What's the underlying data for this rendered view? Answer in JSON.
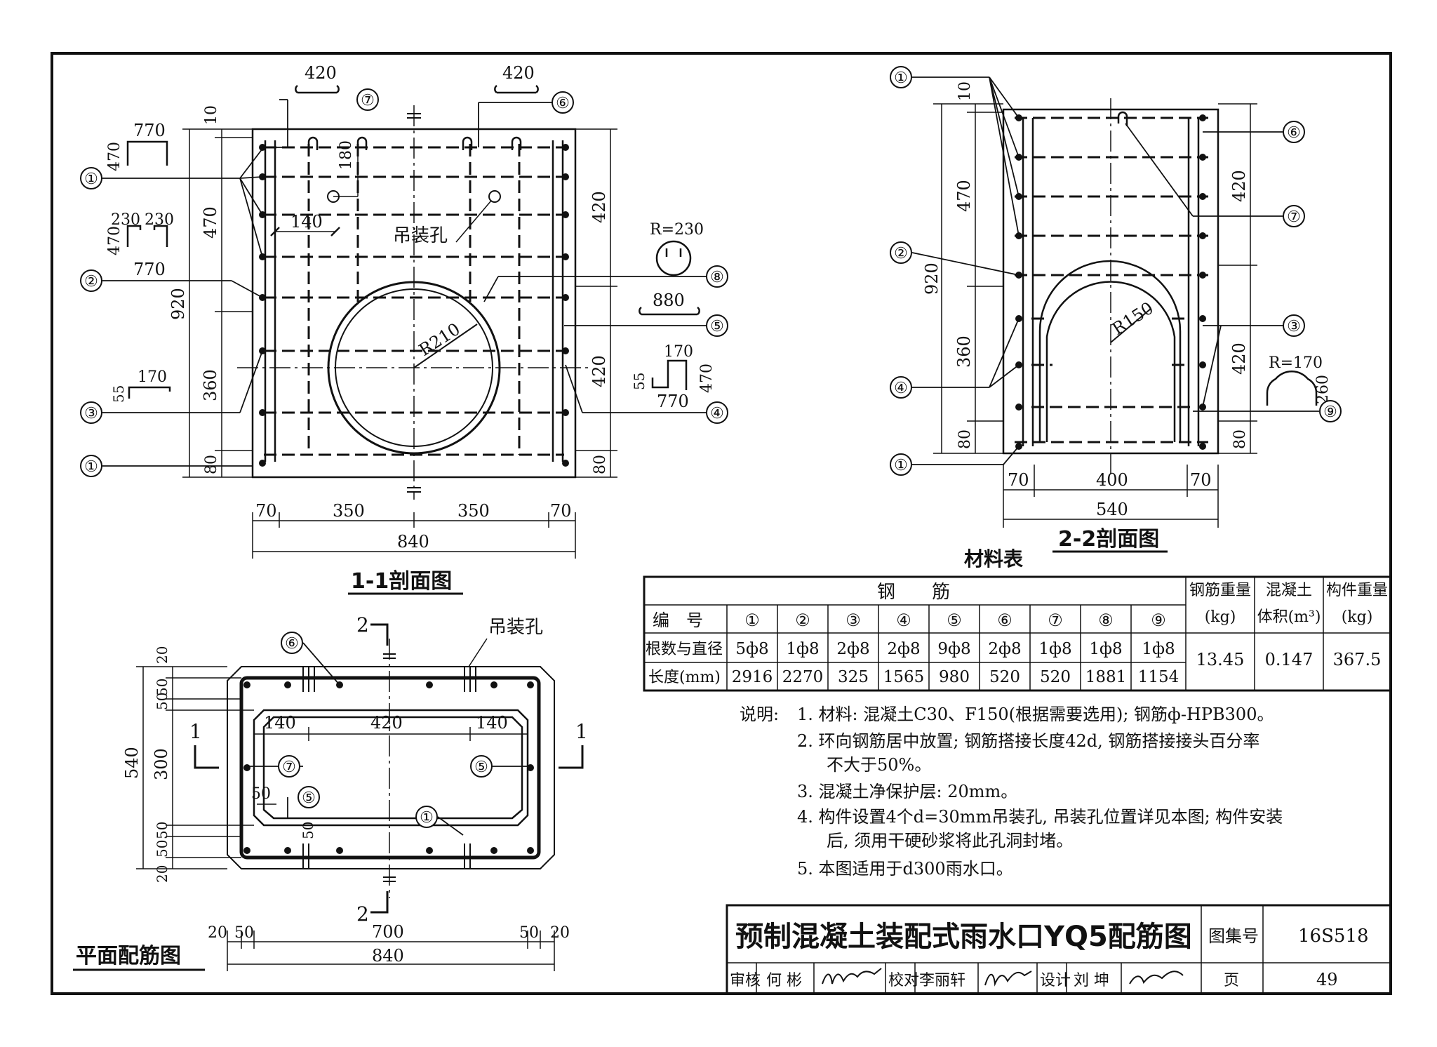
{
  "section_1_1": {
    "title": "1-1剖面图",
    "hoist_label": "吊装孔",
    "radius_label": "R210",
    "dims": {
      "d10": "10",
      "d470": "470",
      "d920": "920",
      "d360": "360",
      "d80": "80",
      "d420a": "420",
      "d420b": "420",
      "d80r": "80",
      "d140": "140",
      "d180": "180",
      "w70a": "70",
      "w350a": "350",
      "w350b": "350",
      "w70b": "70",
      "w840": "840"
    },
    "bar_shapes": {
      "b7_len": "420",
      "b6_len": "420",
      "b1_w": "770",
      "b1_h": "470",
      "b2_a": "230",
      "b2_b": "230",
      "b2_h": "470",
      "b2_w": "770",
      "b3_w": "170",
      "b3_h": "55",
      "b8_r": "R=230",
      "b5_len": "880",
      "b4_a": "170",
      "b4_h": "55",
      "b4_b": "470",
      "b4_w": "770"
    },
    "callouts": [
      "①",
      "②",
      "③",
      "①",
      "⑦",
      "⑥",
      "⑧",
      "⑤",
      "④"
    ]
  },
  "section_2_2": {
    "title": "2-2剖面图",
    "radius_label": "R150",
    "dims": {
      "d10": "10",
      "d470": "470",
      "d920": "920",
      "d360": "360",
      "d80": "80",
      "d420a": "420",
      "d420b": "420",
      "d80r": "80",
      "w70a": "70",
      "w400": "400",
      "w70b": "70",
      "w540": "540"
    },
    "b9_r": "R=170",
    "b9_h": "260",
    "callouts": [
      "①",
      "②",
      "④",
      "①",
      "⑥",
      "⑦",
      "③",
      "⑨"
    ]
  },
  "plan": {
    "title": "平面配筋图",
    "hoist_label": "吊装孔",
    "section_mark_2": "2",
    "section_mark_1": "1",
    "dims": {
      "h20a": "20",
      "h50a": "50",
      "h50b": "50",
      "h540": "540",
      "h300": "300",
      "h50c": "50",
      "h50d": "50",
      "h20b": "20",
      "i140a": "140",
      "i420": "420",
      "i140b": "140",
      "i50a": "50",
      "i50b": "50",
      "w20a": "20",
      "w50a": "50",
      "w700": "700",
      "w50b": "50",
      "w20b": "20",
      "w840": "840"
    },
    "callouts": [
      "⑥",
      "⑦",
      "⑤",
      "⑤",
      "①"
    ]
  },
  "materials": {
    "title": "材料表",
    "group_header": "钢　　筋",
    "row_labels": [
      "编　号",
      "根数与直径",
      "长度(mm)"
    ],
    "ids": [
      "①",
      "②",
      "③",
      "④",
      "⑤",
      "⑥",
      "⑦",
      "⑧",
      "⑨"
    ],
    "counts": [
      "5ф8",
      "1ф8",
      "2ф8",
      "2ф8",
      "9ф8",
      "2ф8",
      "1ф8",
      "1ф8",
      "1ф8"
    ],
    "lengths": [
      "2916",
      "2270",
      "325",
      "1565",
      "980",
      "520",
      "520",
      "1881",
      "1154"
    ],
    "steel_weight_h1": "钢筋重量",
    "steel_weight_h2": "(kg)",
    "concrete_h1": "混凝土",
    "concrete_h2": "体积(m³)",
    "member_h1": "构件重量",
    "member_h2": "(kg)",
    "steel_weight": "13.45",
    "concrete_volume": "0.147",
    "member_weight": "367.5"
  },
  "notes": {
    "lead": "说明:",
    "lines": [
      "1. 材料: 混凝土C30、F150(根据需要选用); 钢筋ф-HPB300。",
      "2. 环向钢筋居中放置; 钢筋搭接长度42d, 钢筋搭接接头百分率",
      "不大于50%。",
      "3. 混凝土净保护层: 20mm。",
      "4. 构件设置4个d=30mm吊装孔, 吊装孔位置详见本图; 构件安装",
      "后, 须用干硬砂浆将此孔洞封堵。",
      "5. 本图适用于d300雨水口。"
    ]
  },
  "title_block": {
    "drawing_title": "预制混凝土装配式雨水口YQ5配筋图",
    "atlas_label": "图集号",
    "atlas_no": "16S518",
    "reviewer_label": "审核",
    "reviewer": "何 彬",
    "checker_label": "校对",
    "checker": "李丽轩",
    "designer_label": "设计",
    "designer": "刘 坤",
    "page_label": "页",
    "page_no": "49"
  }
}
